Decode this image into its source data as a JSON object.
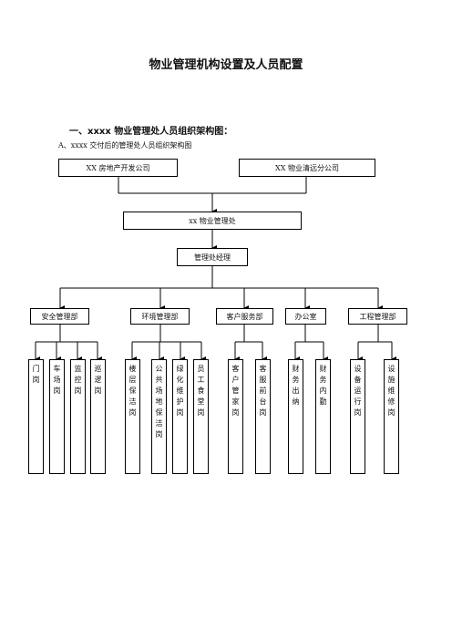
{
  "title": "物业管理机构设置及人员配置",
  "section_heading": "一、xxxx 物业管理处人员组织架构图：",
  "subsection_heading": "A、xxxx 交付后的管理处人员组织架构图",
  "top_nodes": [
    {
      "label": "XX 房地产开发公司"
    },
    {
      "label": "XX 物业清远分公司"
    }
  ],
  "management_office": {
    "label": "xx 物业管理处"
  },
  "manager": {
    "label": "管理处经理"
  },
  "departments": [
    {
      "label": "安全管理部",
      "posts": [
        "门岗",
        "车场岗",
        "监控岗",
        "巡逻岗"
      ]
    },
    {
      "label": "环境管理部",
      "posts": [
        "楼层保洁岗",
        "公共场地保洁岗",
        "绿化维护岗",
        "员工食堂岗"
      ]
    },
    {
      "label": "客户服务部",
      "posts": [
        "客户管家岗",
        "客服前台岗"
      ]
    },
    {
      "label": "办公室",
      "posts": [
        "财务出纳",
        "财务内勤"
      ]
    },
    {
      "label": "工程管理部",
      "posts": [
        "设备运行岗",
        "设施维修岗"
      ]
    }
  ]
}
